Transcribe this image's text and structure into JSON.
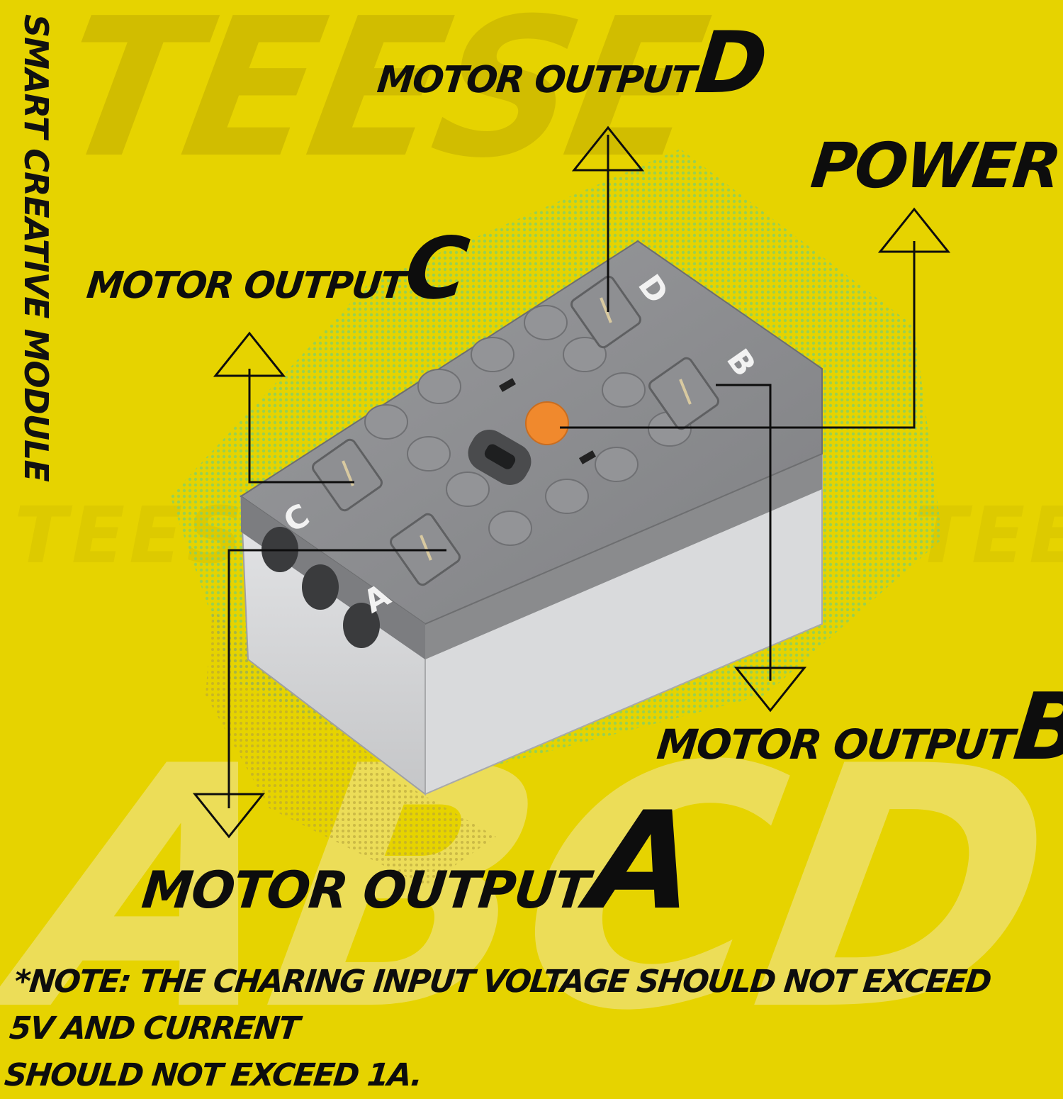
{
  "watermark": {
    "top": "TEESE",
    "middle_left": "TEESE",
    "middle_right": "TEESE",
    "bottom": "ABCD"
  },
  "side_title": "SMART CREATIVE MODULE",
  "labels": {
    "motor_d": {
      "prefix": "MOTOR OUTPUT",
      "letter": "D"
    },
    "power": {
      "text": "POWER"
    },
    "motor_c": {
      "prefix": "MOTOR OUTPUT",
      "letter": "C"
    },
    "motor_b": {
      "prefix": "MOTOR OUTPUT",
      "letter": "B"
    },
    "motor_a": {
      "prefix": "MOTOR OUTPUT",
      "letter": "A"
    }
  },
  "module": {
    "port_letters": [
      "A",
      "B",
      "C",
      "D"
    ]
  },
  "note": {
    "line1": "*NOTE: THE CHARING INPUT VOLTAGE SHOULD NOT EXCEED 5V AND CURRENT",
    "line2": "SHOULD NOT EXCEED 1A."
  },
  "colors": {
    "background": "#e6d300",
    "brick_top": "#8a8b8d",
    "brick_body": "#cfd0d2",
    "power_button": "#f0892d",
    "ink": "#0d0d0d",
    "green_glow": "#8fd36a"
  },
  "icon_names": [
    "arrow-up-icon",
    "arrow-down-icon",
    "usb-port-icon",
    "power-button-icon"
  ]
}
